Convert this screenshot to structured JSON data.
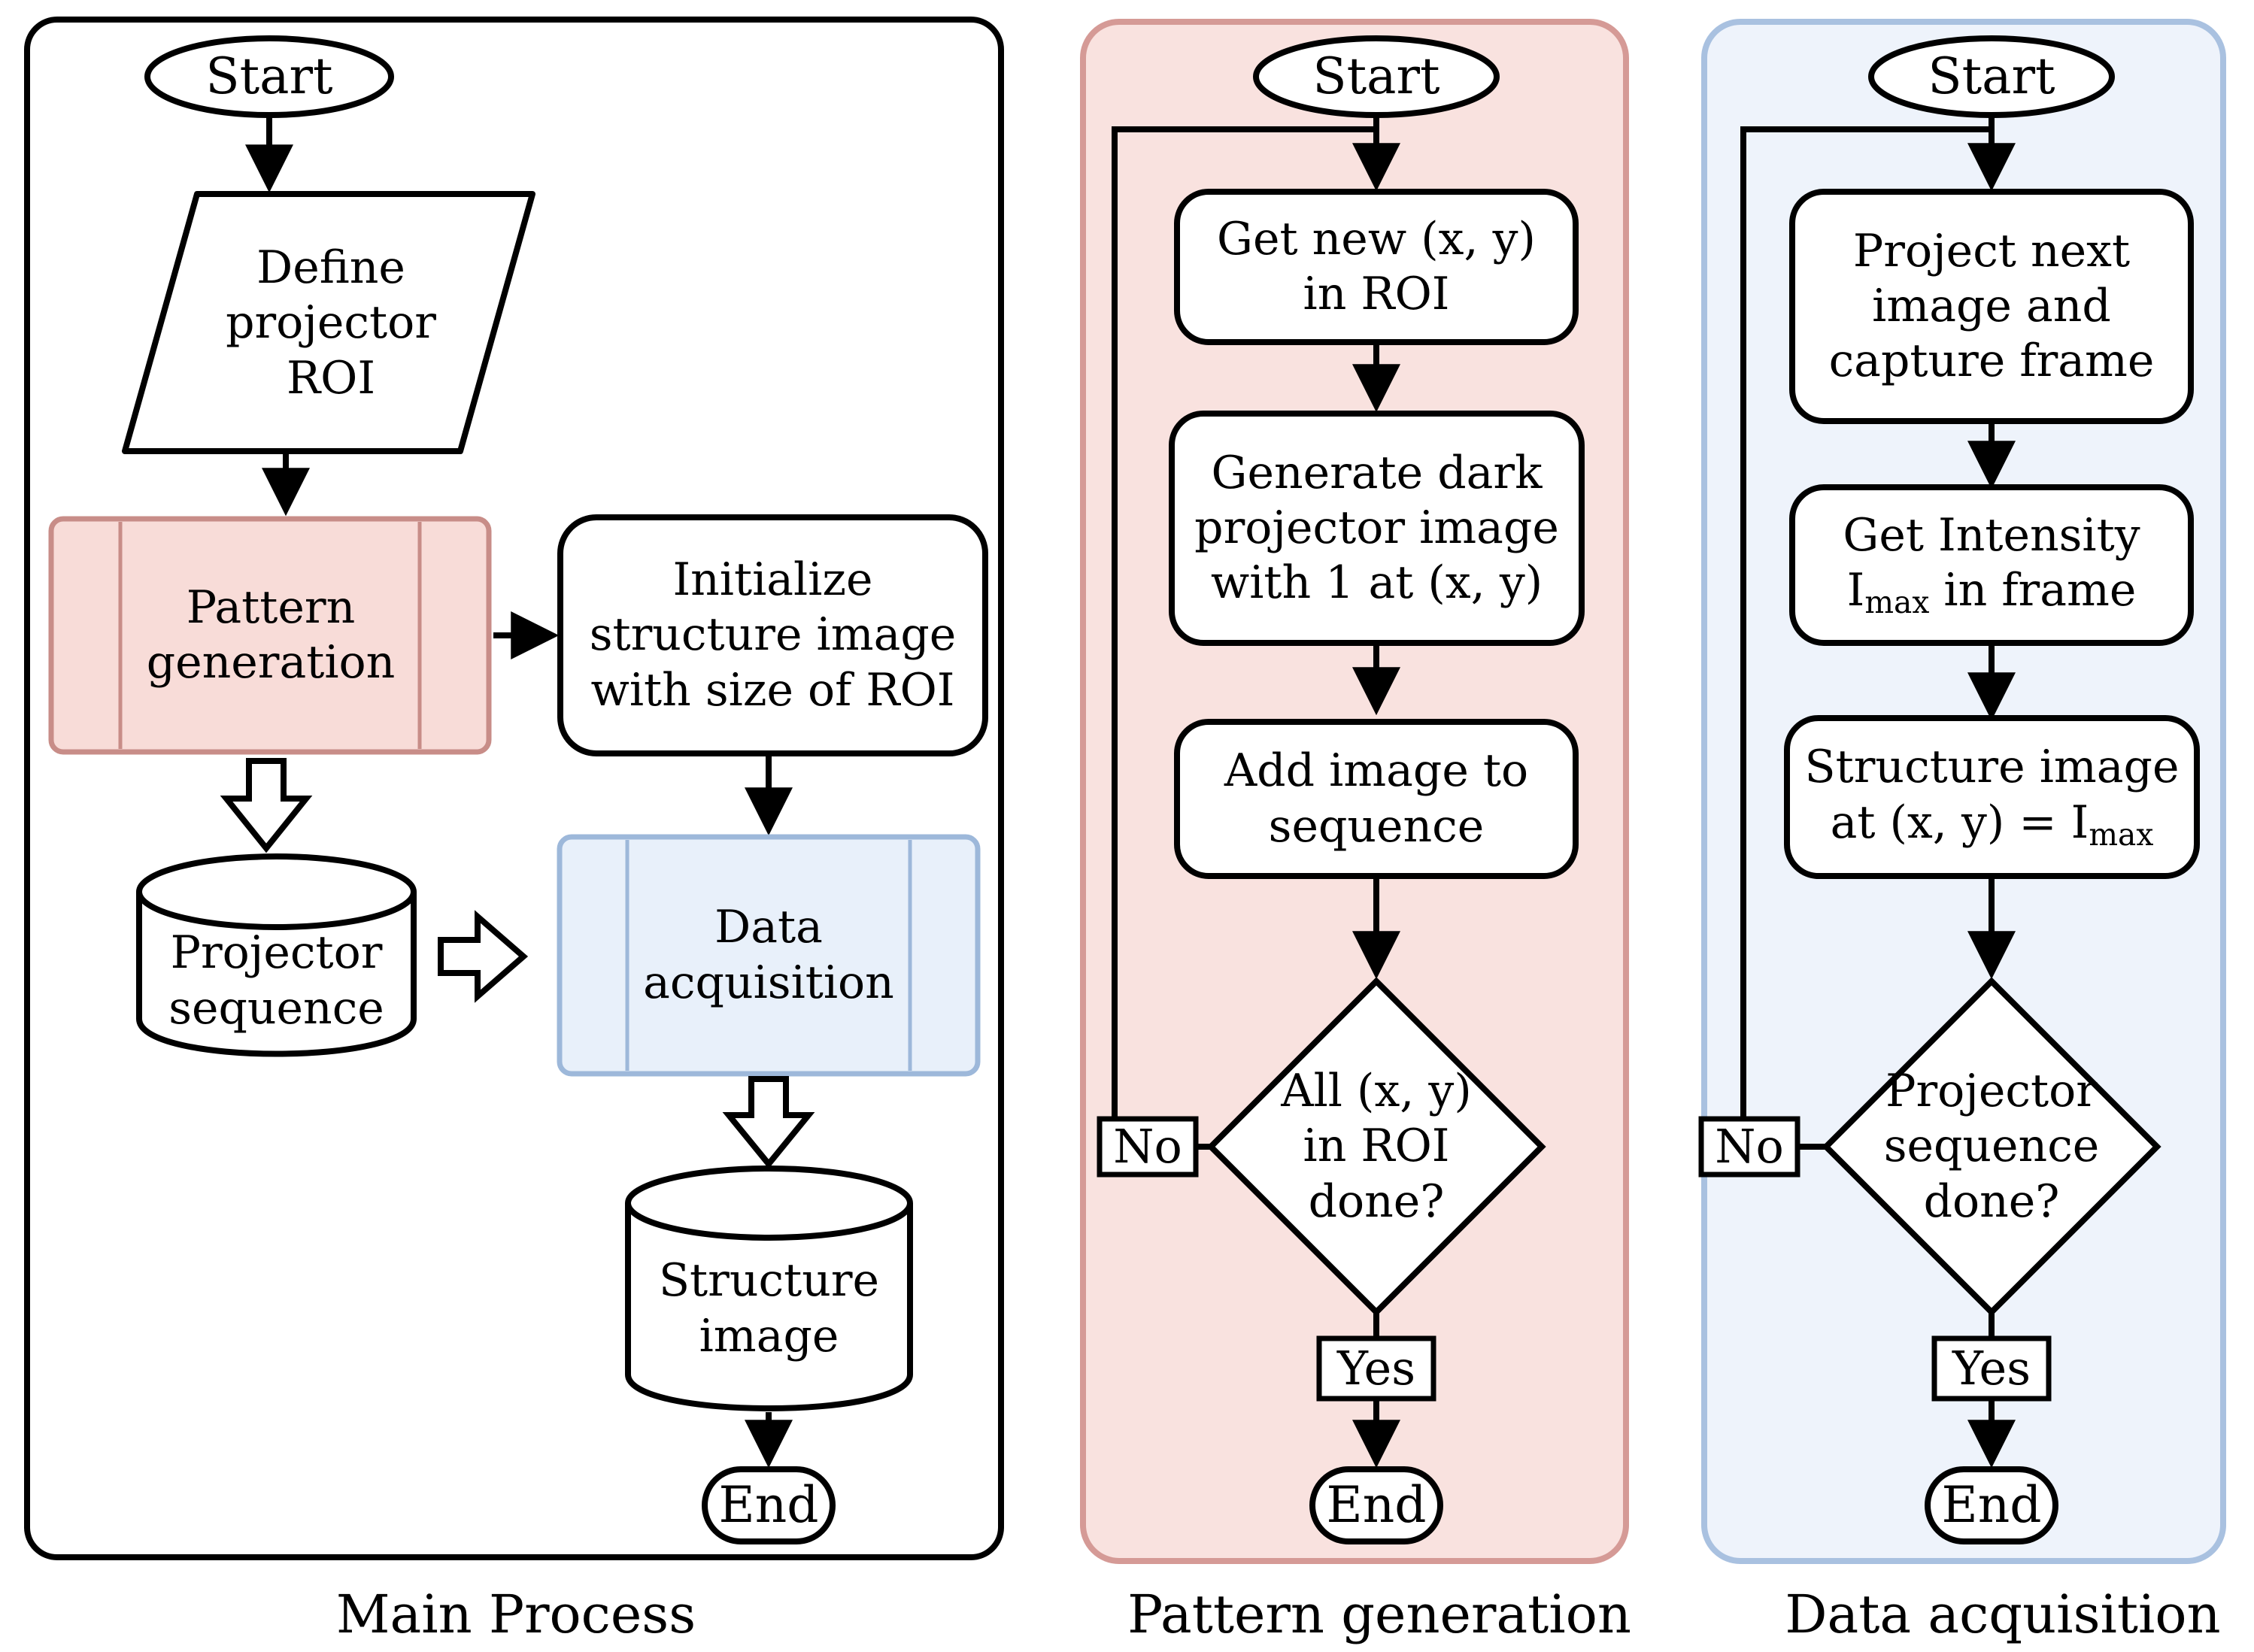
{
  "figure": {
    "type": "flowchart-diagram"
  },
  "colors": {
    "line_black": "#000000",
    "pink_panel_fill": "#f9e2df",
    "pink_panel_border": "#d59a96",
    "pink_node_fill": "#f8dcd8",
    "pink_node_border": "#c88d88",
    "blue_panel_fill": "#eef3fb",
    "blue_panel_border": "#a9c1e0",
    "blue_node_fill": "#e8f0fa",
    "blue_node_border": "#9db8da"
  },
  "main": {
    "caption": "Main Process",
    "start_label": "Start",
    "end_label": "End",
    "define_roi": "Define\nprojector\nROI",
    "pattern_generation": "Pattern\ngeneration",
    "initialize": "Initialize\nstructure image\nwith size of ROI",
    "projector_sequence": "Projector\nsequence",
    "data_acquisition": "Data\nacquisition",
    "structure_image": "Structure\nimage"
  },
  "pattern": {
    "caption": "Pattern generation",
    "start_label": "Start",
    "end_label": "End",
    "get_new_xy": "Get new (x, y)\nin ROI",
    "generate_dark": "Generate dark\nprojector image\nwith 1 at (x, y)",
    "add_image": "Add image to\nsequence",
    "decision": "All (x, y)\nin ROI\ndone?",
    "no_label": "No",
    "yes_label": "Yes"
  },
  "acquisition": {
    "caption": "Data acquisition",
    "start_label": "Start",
    "end_label": "End",
    "project_next": "Project next\nimage and\ncapture frame",
    "get_intensity": {
      "line1": "Get Intensity",
      "base": "I",
      "sub": "max",
      "rest": " in frame"
    },
    "structure_at": {
      "line1": "Structure image",
      "pre": "at (x, y) = I",
      "sub": "max"
    },
    "decision": "Projector\nsequence\ndone?",
    "no_label": "No",
    "yes_label": "Yes"
  }
}
